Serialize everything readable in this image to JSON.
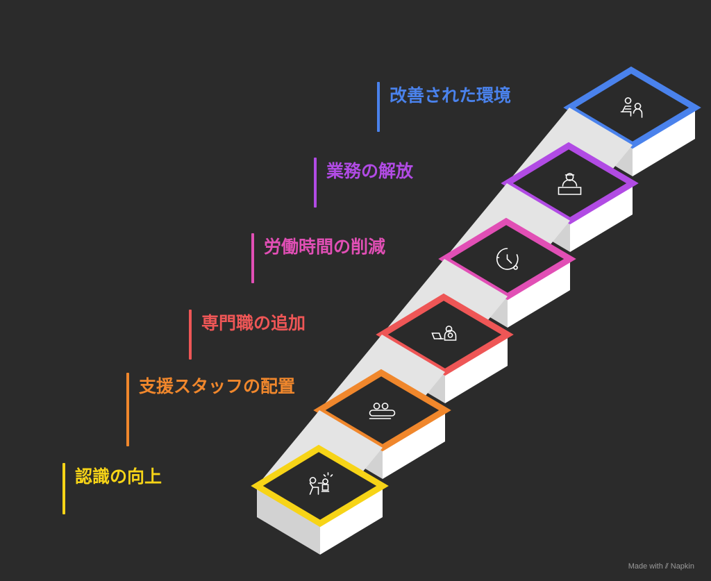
{
  "steps": [
    {
      "label": "認識の向上",
      "color": "#f7d417",
      "icon": "reading-with-child-icon"
    },
    {
      "label": "支援スタッフの配置",
      "color": "#f0872c",
      "icon": "staff-group-icon"
    },
    {
      "label": "専門職の追加",
      "color": "#ee5656",
      "icon": "professional-laptop-icon"
    },
    {
      "label": "労働時間の削減",
      "color": "#e14fb5",
      "icon": "clock-reduction-icon"
    },
    {
      "label": "業務の解放",
      "color": "#b14be4",
      "icon": "worker-at-desk-icon"
    },
    {
      "label": "改善された環境",
      "color": "#4a82ec",
      "icon": "people-working-together-icon"
    }
  ],
  "watermark": {
    "made_with": "Made with",
    "brand": "Napkin"
  }
}
